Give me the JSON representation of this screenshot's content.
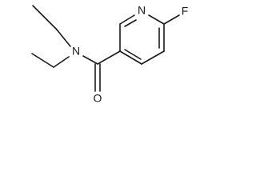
{
  "atoms": {
    "ring_nitrogen": "N",
    "fluorine": "F",
    "amide_nitrogen": "N",
    "carbonyl_oxygen": "O"
  },
  "colors": {
    "bond": "#1a1a1a",
    "background": "#ffffff"
  }
}
